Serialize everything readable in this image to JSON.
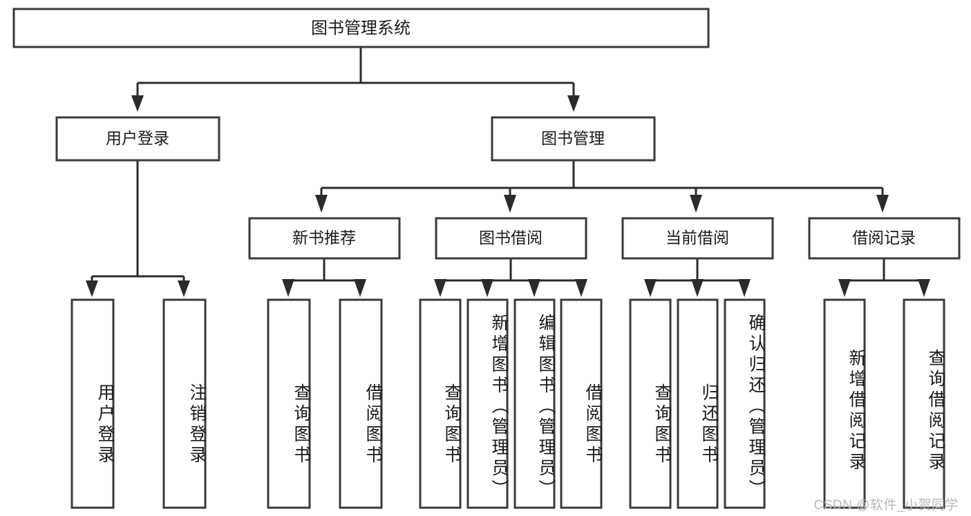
{
  "diagram": {
    "title": "图书管理系统",
    "type": "hierarchy-tree",
    "watermark": "CSDN @软件_小贺同学",
    "colors": {
      "background": "#ffffff",
      "box_stroke": "#3a3a3a",
      "connector": "#2b2b2b",
      "text": "#1a1a1a",
      "watermark": "#b8b8b8"
    },
    "root": {
      "label": "图书管理系统"
    },
    "level2": [
      {
        "label": "用户登录"
      },
      {
        "label": "图书管理"
      }
    ],
    "level3": [
      {
        "label": "新书推荐"
      },
      {
        "label": "图书借阅"
      },
      {
        "label": "当前借阅"
      },
      {
        "label": "借阅记录"
      }
    ],
    "leaves": {
      "user_login": [
        {
          "label": "用户登录"
        },
        {
          "label": "注销登录"
        }
      ],
      "new_book_recommend": [
        {
          "label": "查询图书"
        },
        {
          "label": "借阅图书"
        }
      ],
      "book_borrow": [
        {
          "label": "查询图书"
        },
        {
          "label": "新增图书（管理员）"
        },
        {
          "label": "编辑图书（管理员）"
        },
        {
          "label": "借阅图书"
        }
      ],
      "current_borrow": [
        {
          "label": "查询图书"
        },
        {
          "label": "归还图书"
        },
        {
          "label": "确认归还（管理员）"
        }
      ],
      "borrow_record": [
        {
          "label": "新增借阅记录"
        },
        {
          "label": "查询借阅记录"
        }
      ]
    }
  }
}
